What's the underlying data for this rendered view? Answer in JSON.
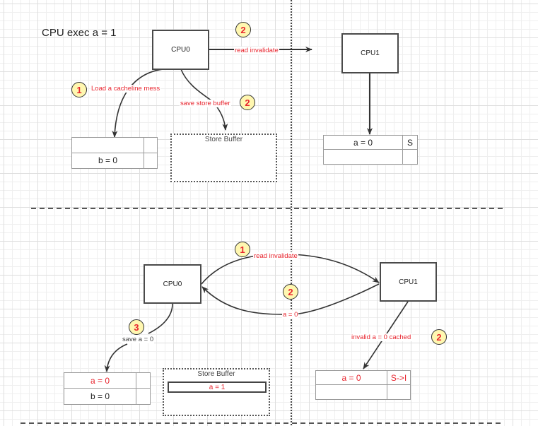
{
  "title": "CPU exec a = 1",
  "top": {
    "cpu0": "CPU0",
    "cpu1": "CPU1",
    "edge_read_invalidate": {
      "label": "read invalidate",
      "step": "2"
    },
    "edge_load": {
      "label": "Load a cacheline mess",
      "step": "1"
    },
    "edge_save_store_buffer": {
      "label": "save store buffer",
      "step": "2"
    },
    "cpu0_cache": {
      "rows": [
        {
          "value": "",
          "flag": ""
        },
        {
          "value": "b = 0",
          "flag": ""
        }
      ]
    },
    "store_buffer": {
      "label": "Store Buffer",
      "entries": []
    },
    "cpu1_cache": {
      "rows": [
        {
          "value": "a = 0",
          "flag": "S"
        },
        {
          "value": "",
          "flag": ""
        }
      ]
    }
  },
  "bottom": {
    "cpu0": "CPU0",
    "cpu1": "CPU1",
    "edge_read_invalidate": {
      "label": "read invalidate",
      "step": "1"
    },
    "edge_reply": {
      "label": "a = 0",
      "step": "2"
    },
    "edge_invalid": {
      "label": "invalid a = 0 cached",
      "step": "2"
    },
    "edge_save": {
      "label": "save a = 0",
      "step": "3"
    },
    "cpu0_cache": {
      "rows": [
        {
          "value": "a = 0",
          "flag": ""
        },
        {
          "value": "b = 0",
          "flag": ""
        }
      ]
    },
    "store_buffer": {
      "label": "Store Buffer",
      "entries": [
        "a = 1"
      ]
    },
    "cpu1_cache": {
      "rows": [
        {
          "value": "a = 0",
          "flag": "S->I"
        },
        {
          "value": "",
          "flag": ""
        }
      ]
    }
  },
  "colors": {
    "highlight_text": "#e8262f",
    "badge_fill": "#fff7b0",
    "box_stroke": "#4a4a4a"
  }
}
